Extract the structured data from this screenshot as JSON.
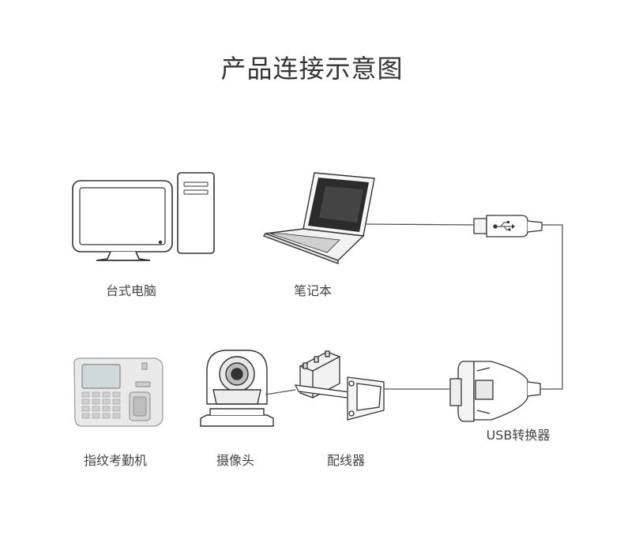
{
  "title": "产品连接示意图",
  "devices": {
    "desktop": "台式电脑",
    "laptop": "笔记本",
    "attendance": "指纹考勤机",
    "camera": "摄像头",
    "adapter": "配线器",
    "usb_converter": "USB转换器"
  },
  "colors": {
    "line": "#555555",
    "outline": "#333333",
    "fill_light": "#f2f2f2",
    "fill_mid": "#d8d8d8"
  }
}
